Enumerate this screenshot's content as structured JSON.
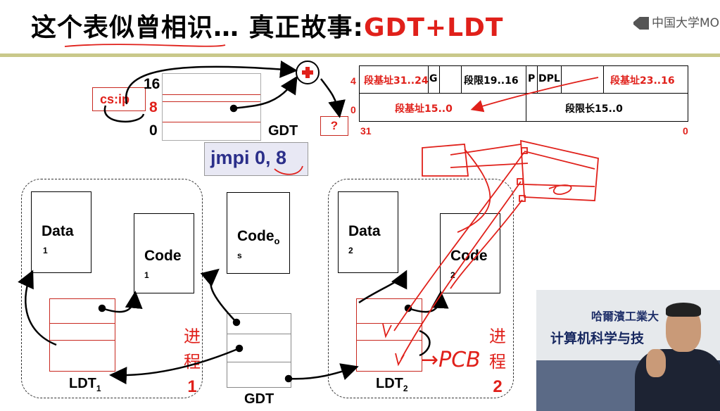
{
  "title": {
    "main": "这个表似曾相识… 真正故事:",
    "highlight": "GDT+LDT"
  },
  "logo": {
    "text": "中国大学MO"
  },
  "top_diagram": {
    "csip": "cs:ip",
    "row_labels": [
      "16",
      "8",
      "0"
    ],
    "gdt_label": "GDT",
    "plus_icon": "plus-circle-icon",
    "question": "?",
    "instruction": "jmpi 0, 8"
  },
  "descriptor": {
    "row_hi_num": "4",
    "row_lo_num": "0",
    "bit_hi": "31",
    "bit_lo": "0",
    "hi_cells": [
      "段基址31..24",
      "G",
      "",
      "段限19..16",
      "P",
      "DPL",
      "",
      "段基址23..16"
    ],
    "lo_cells": [
      "段基址15..0",
      "段限长15..0"
    ]
  },
  "bottom": {
    "data1": "Data",
    "data1_sub": "1",
    "code1": "Code",
    "code1_sub": "1",
    "codeos": "Code",
    "codeos_sub": "o",
    "codeos_sub2": "s",
    "data2": "Data",
    "data2_sub": "2",
    "code2": "Code",
    "code2_sub": "2",
    "ldt1": "LDT",
    "ldt1_sub": "1",
    "ldt2": "LDT",
    "ldt2_sub": "2",
    "gdt": "GDT",
    "proc1": [
      "进",
      "程",
      "1"
    ],
    "proc2": [
      "进",
      "程",
      "2"
    ],
    "pcb_note": "→PCB"
  },
  "video": {
    "line1": "哈爾濱工業大",
    "line2": "计算机科学与技"
  }
}
